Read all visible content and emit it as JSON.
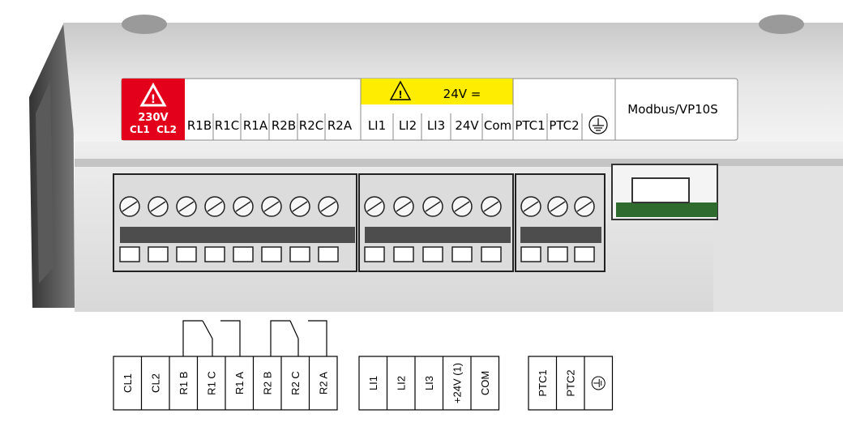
{
  "warning": {
    "voltage": "230V",
    "terminals": "CL1  CL2",
    "colors": {
      "red": "#e3001b"
    }
  },
  "relay_labels": [
    "R1B",
    "R1C",
    "R1A",
    "R2B",
    "R2C",
    "R2A"
  ],
  "logic": {
    "header": "24V =",
    "labels": [
      "LI1",
      "LI2",
      "LI3",
      "24V",
      "Com"
    ],
    "colors": {
      "yellow": "#ffed00"
    }
  },
  "ptc_labels": [
    "PTC1",
    "PTC2"
  ],
  "ground_icon": "ground-icon",
  "modbus_label": "Modbus/VP10S",
  "terminal_blocks": {
    "power_relay": [
      "CL1",
      "CL2",
      "R1 B",
      "R1 C",
      "R1 A",
      "R2 B",
      "R2 C",
      "R2 A"
    ],
    "logic_inputs": [
      "LI1",
      "LI2",
      "LI3",
      "+24V (1)",
      "COM"
    ],
    "ptc": [
      "PTC1",
      "PTC2"
    ]
  }
}
